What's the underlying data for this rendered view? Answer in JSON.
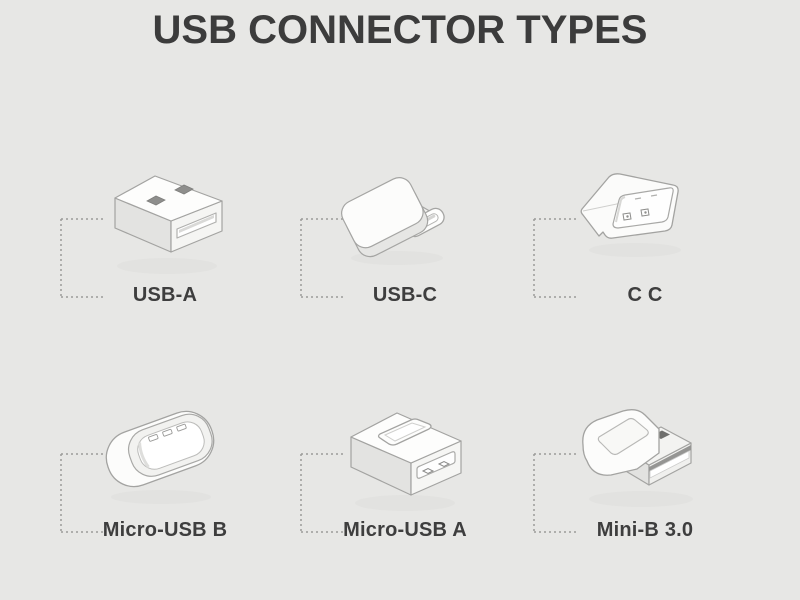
{
  "title": "USB CONNECTOR TYPES",
  "colors": {
    "background": "#e7e7e5",
    "title_text": "#3c3c3c",
    "label_text": "#3e3e3e",
    "bracket_dotted_line": "#9b9b99",
    "connector_body": "#fcfcfb",
    "connector_shade": "#e3e3e1",
    "connector_outline": "#a3a3a1",
    "connector_hole": "#8e8e8c"
  },
  "connectors": [
    {
      "label": "USB-A",
      "icon": "usb-a-connector-icon"
    },
    {
      "label": "USB-C",
      "icon": "usb-c-connector-icon"
    },
    {
      "label": "C C",
      "icon": "usb-c-c-connector-icon"
    },
    {
      "label": "Micro-USB B",
      "icon": "micro-usb-b-connector-icon"
    },
    {
      "label": "Micro-USB A",
      "icon": "micro-usb-a-connector-icon"
    },
    {
      "label": "Mini-B 3.0",
      "icon": "mini-b-3-0-connector-icon"
    }
  ]
}
